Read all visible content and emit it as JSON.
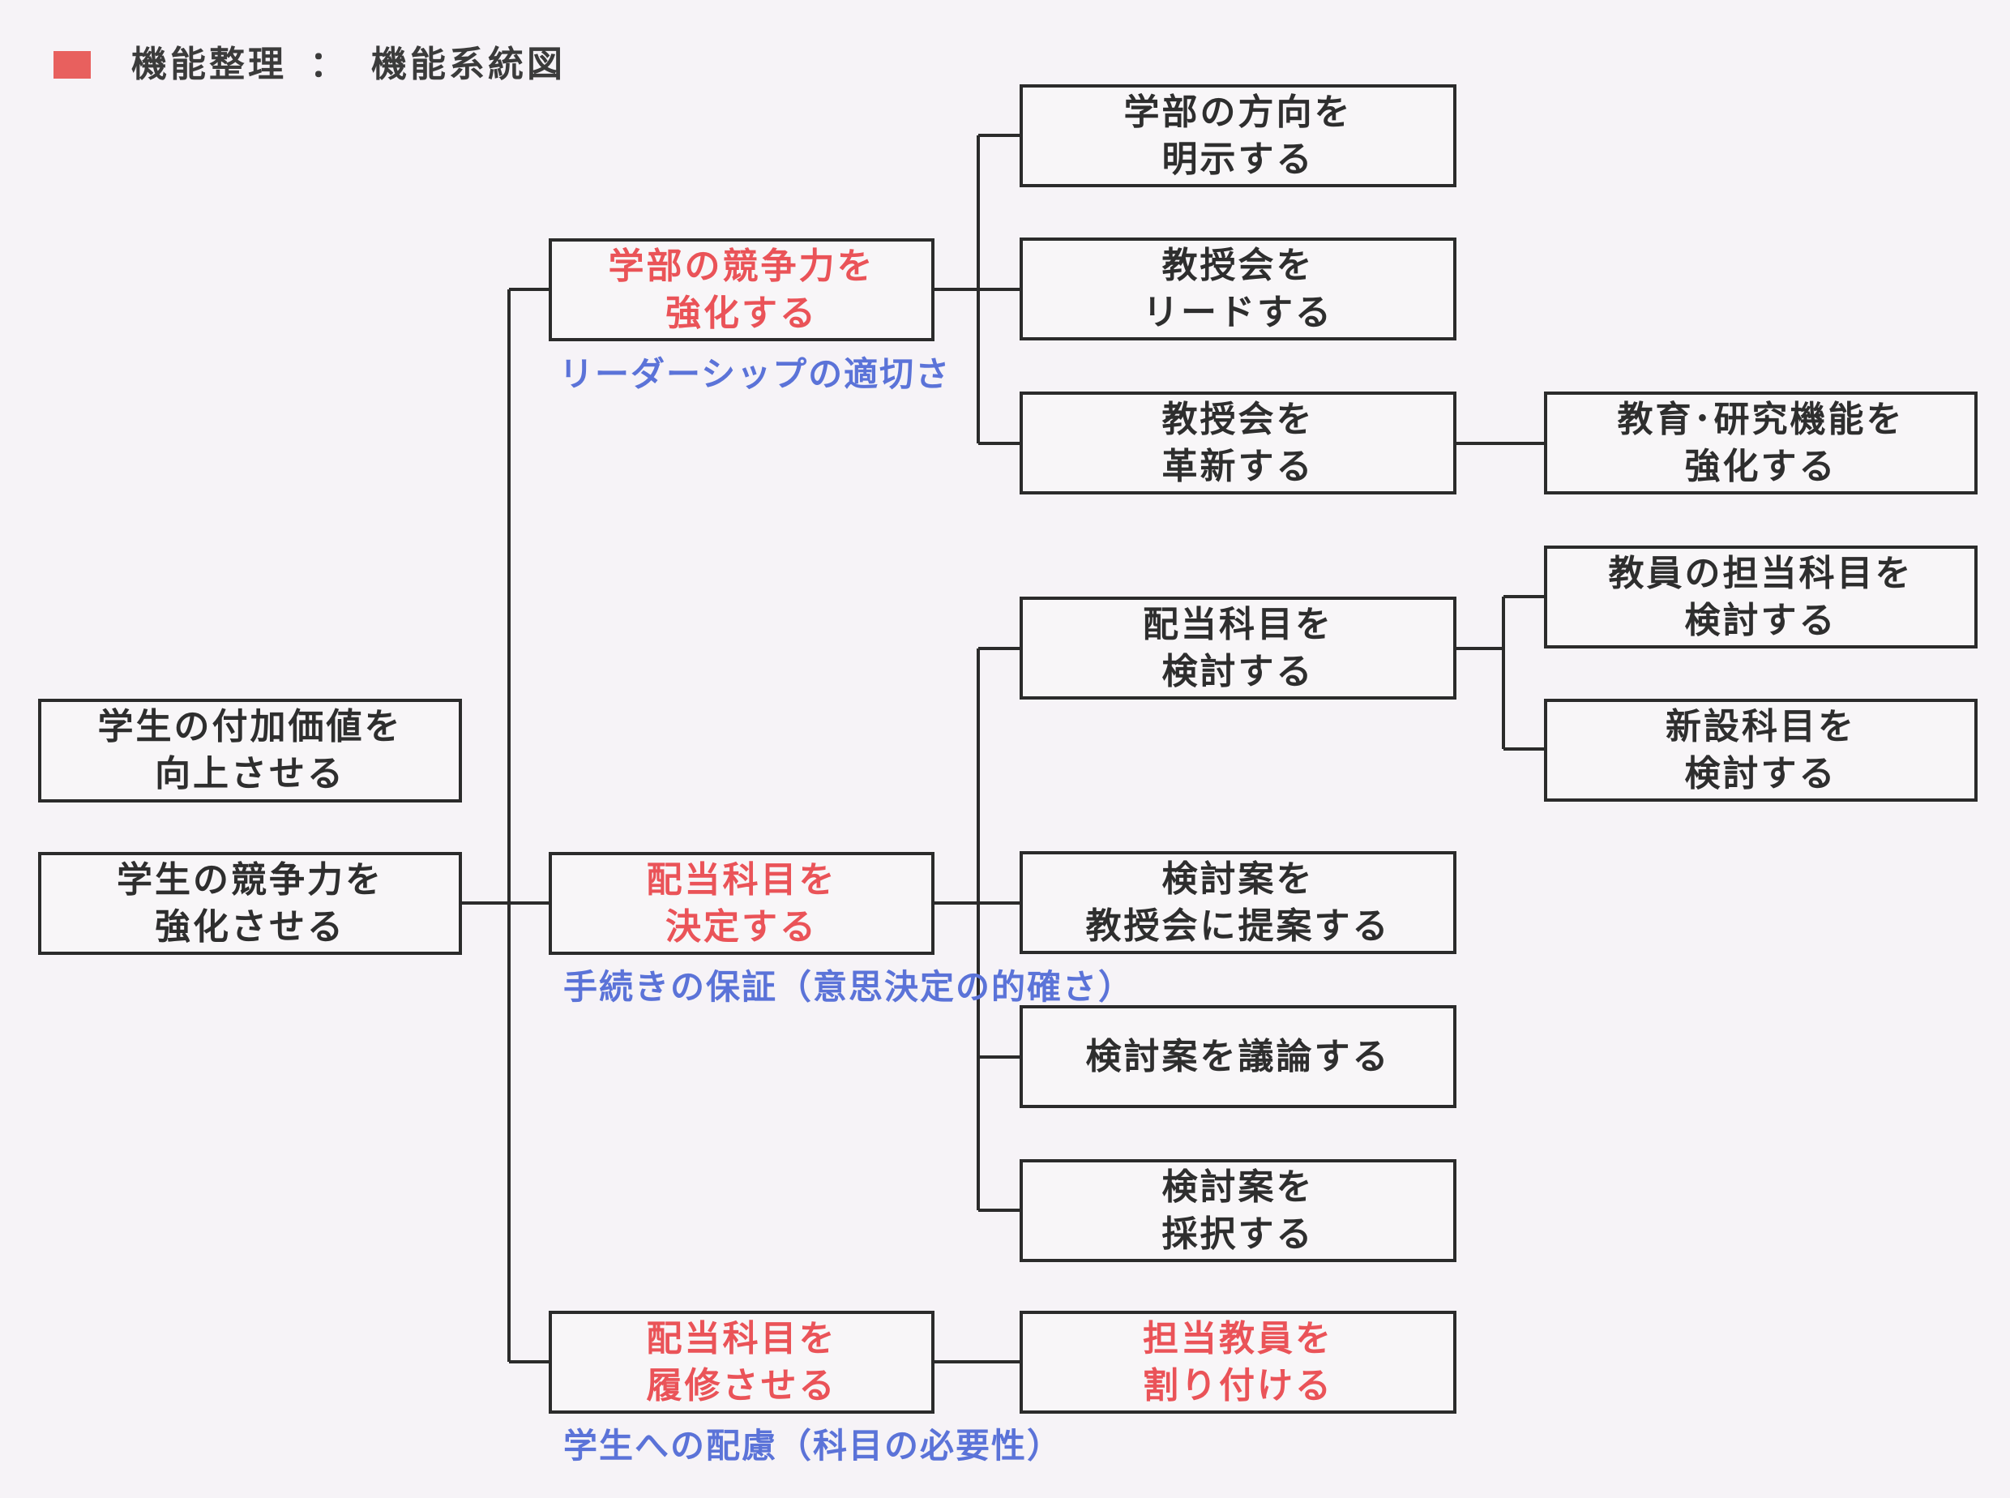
{
  "header": {
    "title": "機能整理",
    "separator": "：",
    "subtitle": "機能系統図"
  },
  "colors": {
    "marker": "#e8605e",
    "red_text": "#ea5358",
    "blue_text": "#5b73d8",
    "line": "#2b2b2b"
  },
  "nodes": {
    "value_add": "学生の付加価値を\n向上させる",
    "competitiveness": "学生の競争力を\n強化させる",
    "faculty_compete": "学部の競争力を\n強化する",
    "course_decide": "配当科目を\n決定する",
    "course_take": "配当科目を\n履修させる",
    "direction": "学部の方向を\n明示する",
    "lead": "教授会を\nリードする",
    "reform": "教授会を\n革新する",
    "edu_research": "教育･研究機能を\n強化する",
    "course_review": "配当科目を\n検討する",
    "teacher_course": "教員の担当科目を\n検討する",
    "new_course": "新設科目を\n検討する",
    "proposal": "検討案を\n教授会に提案する",
    "discuss": "検討案を議論する",
    "adopt": "検討案を\n採択する",
    "assign": "担当教員を\n割り付ける"
  },
  "labels": {
    "leadership": "リーダーシップの適切さ",
    "procedure": "手続きの保証（意思決定の的確さ）",
    "consideration": "学生への配慮（科目の必要性）"
  }
}
